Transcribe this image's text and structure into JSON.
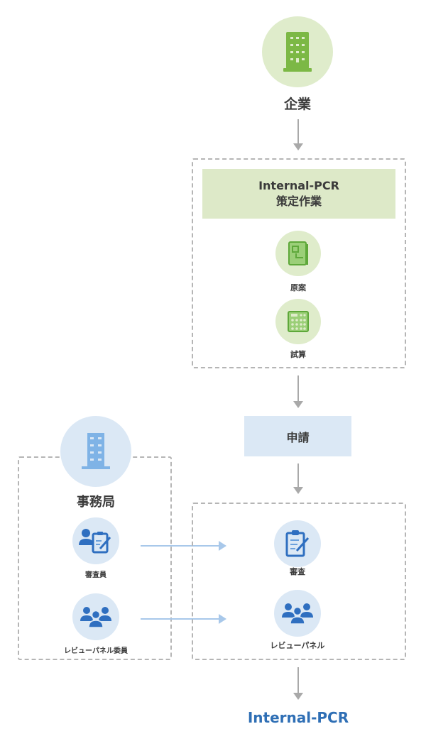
{
  "colors": {
    "green_circle": "#dfeccb",
    "green_icon": "#7cb845",
    "green_box": "#dde9c8",
    "blue_circle": "#dbe8f5",
    "blue_icon": "#2f6fc0",
    "blue_building": "#7fb3e6",
    "blue_box": "#dbe8f5",
    "arrow_gray": "#a9a9a9",
    "arrow_blue": "#a8c8ea",
    "output_text": "#2f6fb5"
  },
  "company": {
    "label": "企業",
    "icon": "building-icon"
  },
  "strategy_group": {
    "title_line1": "Internal-PCR",
    "title_line2": "策定作業",
    "items": [
      {
        "label": "原案",
        "icon": "document-icon"
      },
      {
        "label": "試算",
        "icon": "calculator-icon"
      }
    ]
  },
  "application": {
    "label": "申請"
  },
  "secretariat": {
    "label": "事務局",
    "icon": "building-icon",
    "items": [
      {
        "label": "審査員",
        "icon": "reviewer-icon"
      },
      {
        "label": "レビューパネル委員",
        "icon": "group-icon"
      }
    ]
  },
  "review_group": {
    "items": [
      {
        "label": "審査",
        "icon": "clipboard-pen-icon"
      },
      {
        "label": "レビューパネル",
        "icon": "group-icon"
      }
    ]
  },
  "output": {
    "label": "Internal-PCR"
  }
}
